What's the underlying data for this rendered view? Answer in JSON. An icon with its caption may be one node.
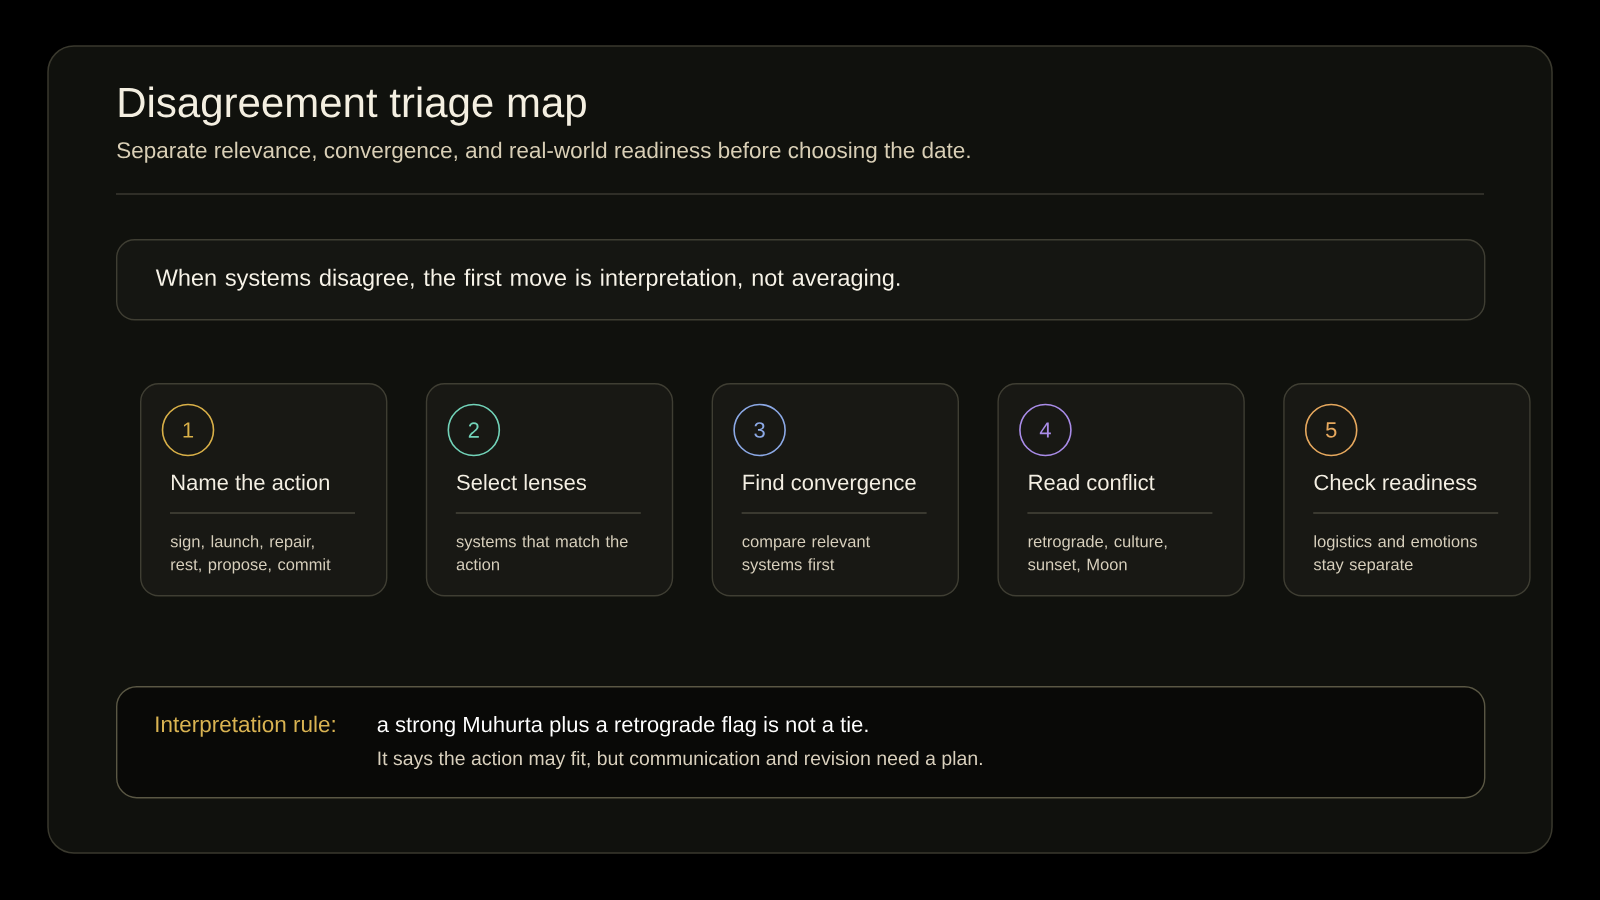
{
  "diagram": {
    "title": "Disagreement triage map",
    "nodes": [
      {
        "text": [
          "When systems disagree, the first move is interpretation, not averaging."
        ]
      },
      {
        "text": [
          "Name the action",
          "sign, launch, repair, rest, propose, commit"
        ]
      },
      {
        "text": [
          "1"
        ],
        "in": 1
      },
      {
        "text": [
          "Select lenses",
          "systems that match the action"
        ]
      },
      {
        "text": [
          "2"
        ],
        "in": 3
      },
      {
        "text": [
          "Find convergence",
          "compare relevant systems first"
        ]
      },
      {
        "text": [
          "3"
        ],
        "in": 5
      },
      {
        "text": [
          "Read conflict",
          "retrograde, culture, sunset, Moon"
        ]
      },
      {
        "text": [
          "4"
        ],
        "in": 7
      },
      {
        "text": [
          "Check readiness",
          "logistics and emotions stay separate"
        ]
      },
      {
        "text": [
          "5"
        ],
        "in": 9
      },
      {
        "text": [
          "Interpretation rule:",
          "a strong Muhurta plus a retrograde flag is not a tie.",
          "It says the action may fit, but communication and revision need a plan."
        ]
      }
    ],
    "labels": [
      "Separate relevance, convergence, and real-world readiness before choosing the date."
    ]
  }
}
